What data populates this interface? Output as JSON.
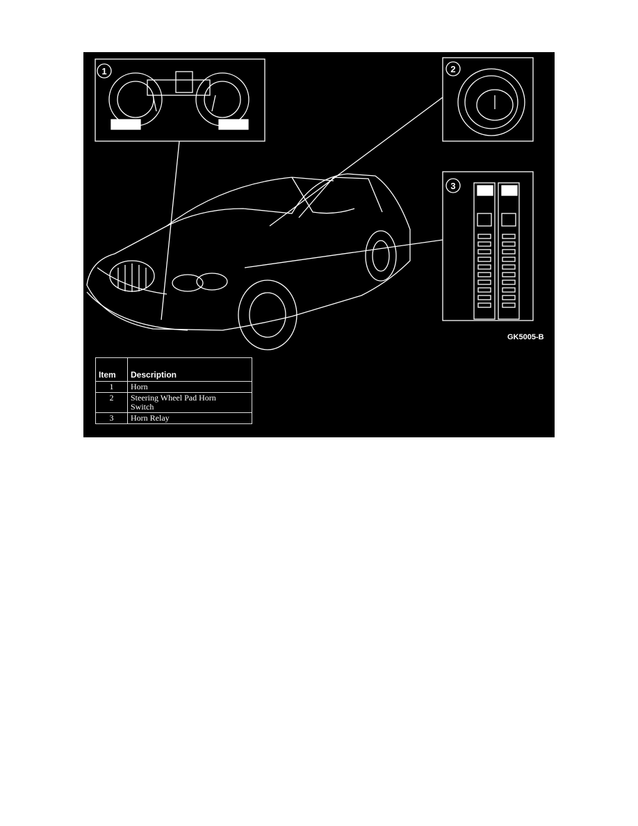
{
  "figure_code": "GK5005-B",
  "callouts": [
    "1",
    "2",
    "3"
  ],
  "table": {
    "headers": [
      "Item",
      "Description"
    ],
    "rows": [
      {
        "item": "1",
        "description": "Horn"
      },
      {
        "item": "2",
        "description": "Steering Wheel Pad Horn Switch"
      },
      {
        "item": "3",
        "description": "Horn Relay"
      }
    ]
  }
}
